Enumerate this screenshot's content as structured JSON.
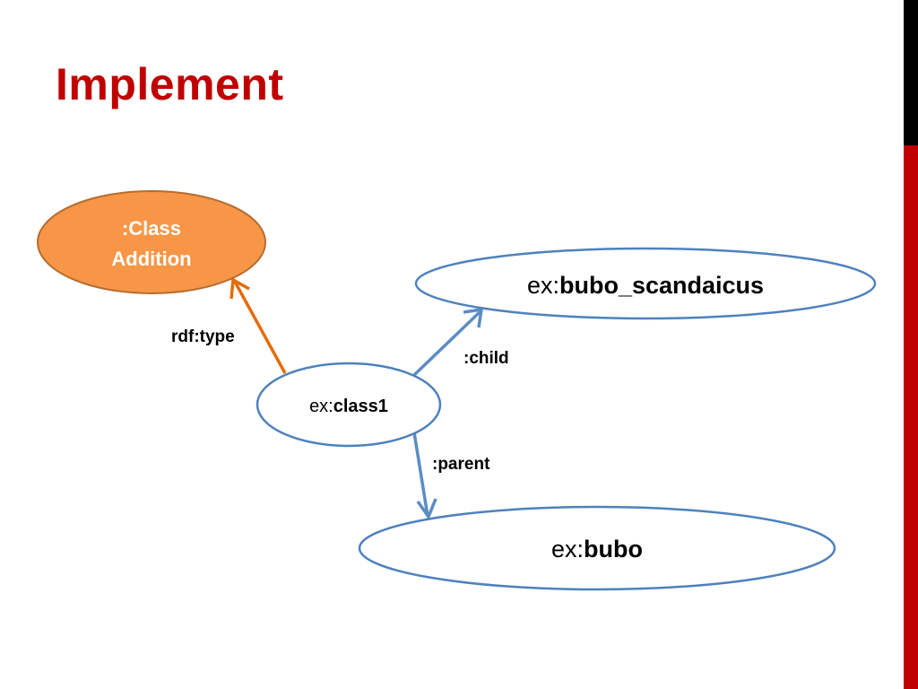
{
  "slide": {
    "title": "Implement"
  },
  "diagram": {
    "nodes": {
      "class_addition": {
        "line1": ":Class",
        "line2": "Addition"
      },
      "class1": {
        "prefix": "ex:",
        "name": "class1"
      },
      "bubo_scandaicus": {
        "prefix": "ex:",
        "name": "bubo_scandaicus"
      },
      "bubo": {
        "prefix": "ex:",
        "name": "bubo"
      }
    },
    "edges": {
      "rdf_type": {
        "label": "rdf:type"
      },
      "child": {
        "label": ":child"
      },
      "parent": {
        "label": ":parent"
      }
    }
  },
  "colors": {
    "title": "#c00000",
    "class_node_fill": "#f79646",
    "class_node_stroke": "#b66d31",
    "rdf_type_arrow": "#e46c0a",
    "blue_arrow": "#5b8cc4",
    "node_stroke": "#4f81bd",
    "side_band_top": "#000000",
    "side_band_bottom": "#c00000"
  }
}
